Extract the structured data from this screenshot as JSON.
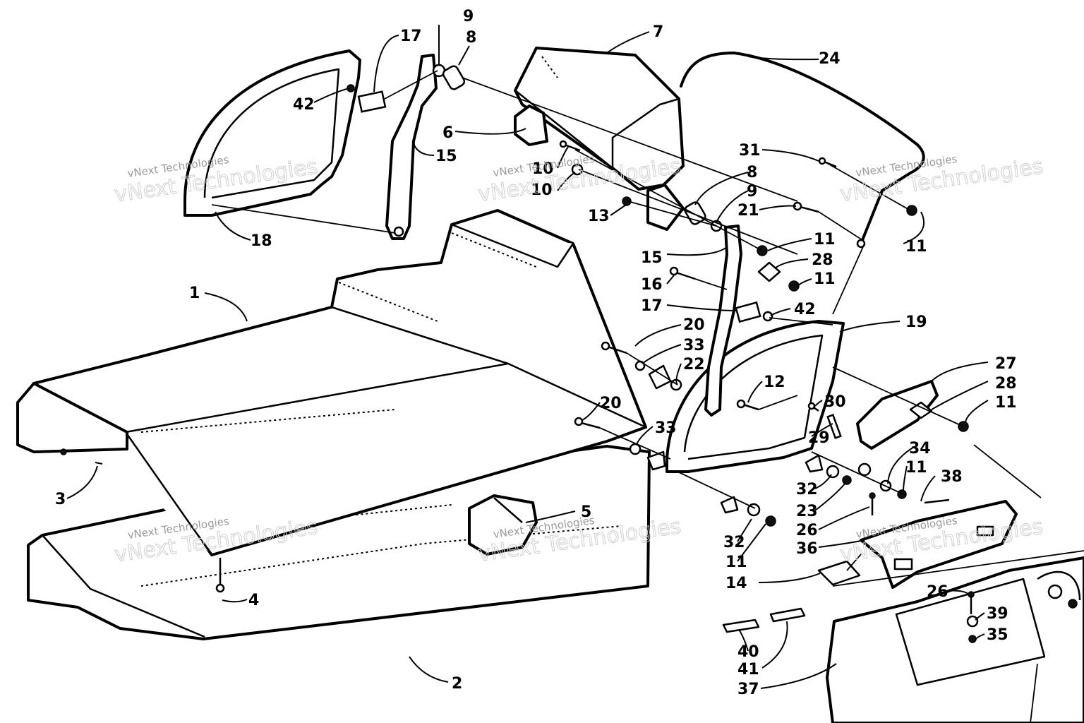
{
  "diagram": {
    "callouts": [
      {
        "id": "c9a",
        "text": "9"
      },
      {
        "id": "c8a",
        "text": "8"
      },
      {
        "id": "c17a",
        "text": "17"
      },
      {
        "id": "c7",
        "text": "7"
      },
      {
        "id": "c24",
        "text": "24"
      },
      {
        "id": "c42a",
        "text": "42"
      },
      {
        "id": "c6",
        "text": "6"
      },
      {
        "id": "c15a",
        "text": "15"
      },
      {
        "id": "c10a",
        "text": "10"
      },
      {
        "id": "c10b",
        "text": "10"
      },
      {
        "id": "c31",
        "text": "31"
      },
      {
        "id": "c8b",
        "text": "8"
      },
      {
        "id": "c9b",
        "text": "9"
      },
      {
        "id": "c21",
        "text": "21"
      },
      {
        "id": "c13",
        "text": "13"
      },
      {
        "id": "c18",
        "text": "18"
      },
      {
        "id": "c11a",
        "text": "11"
      },
      {
        "id": "c11b",
        "text": "11"
      },
      {
        "id": "c15b",
        "text": "15"
      },
      {
        "id": "c28a",
        "text": "28"
      },
      {
        "id": "c16",
        "text": "16"
      },
      {
        "id": "c11c",
        "text": "11"
      },
      {
        "id": "c1",
        "text": "1"
      },
      {
        "id": "c17b",
        "text": "17"
      },
      {
        "id": "c42b",
        "text": "42"
      },
      {
        "id": "c19",
        "text": "19"
      },
      {
        "id": "c20a",
        "text": "20"
      },
      {
        "id": "c33a",
        "text": "33"
      },
      {
        "id": "c22",
        "text": "22"
      },
      {
        "id": "c27",
        "text": "27"
      },
      {
        "id": "c12",
        "text": "12"
      },
      {
        "id": "c28b",
        "text": "28"
      },
      {
        "id": "c20b",
        "text": "20"
      },
      {
        "id": "c30",
        "text": "30"
      },
      {
        "id": "c11d",
        "text": "11"
      },
      {
        "id": "c33b",
        "text": "33"
      },
      {
        "id": "c29",
        "text": "29"
      },
      {
        "id": "c34",
        "text": "34"
      },
      {
        "id": "c38",
        "text": "38"
      },
      {
        "id": "c3",
        "text": "3"
      },
      {
        "id": "c32a",
        "text": "32"
      },
      {
        "id": "c11e",
        "text": "11"
      },
      {
        "id": "c5",
        "text": "5"
      },
      {
        "id": "c23",
        "text": "23"
      },
      {
        "id": "c26a",
        "text": "26"
      },
      {
        "id": "c32b",
        "text": "32"
      },
      {
        "id": "c36",
        "text": "36"
      },
      {
        "id": "c11f",
        "text": "11"
      },
      {
        "id": "c4",
        "text": "4"
      },
      {
        "id": "c14",
        "text": "14"
      },
      {
        "id": "c26b",
        "text": "26"
      },
      {
        "id": "c39",
        "text": "39"
      },
      {
        "id": "c35",
        "text": "35"
      },
      {
        "id": "c40",
        "text": "40"
      },
      {
        "id": "c41",
        "text": "41"
      },
      {
        "id": "c2",
        "text": "2"
      },
      {
        "id": "c37",
        "text": "37"
      }
    ],
    "watermarks": [
      {
        "id": "wm1",
        "small": "vNext Technologies",
        "big": "vNext Technologies"
      },
      {
        "id": "wm2",
        "small": "vNext Technologies",
        "big": "vNext Technologies"
      },
      {
        "id": "wm3",
        "small": "vNext Technologies",
        "big": "vNext Technologies"
      },
      {
        "id": "wm4",
        "small": "vNext Technologies",
        "big": "vNext Technologies"
      },
      {
        "id": "wm5",
        "small": "vNext Technologies",
        "big": "vNext Technologies"
      },
      {
        "id": "wm6",
        "small": "vNext Technologies",
        "big": "vNext Technologies"
      }
    ]
  },
  "colors": {
    "ink": "#000000",
    "paper": "#ffffff",
    "watermark": "#cfcfcf"
  }
}
